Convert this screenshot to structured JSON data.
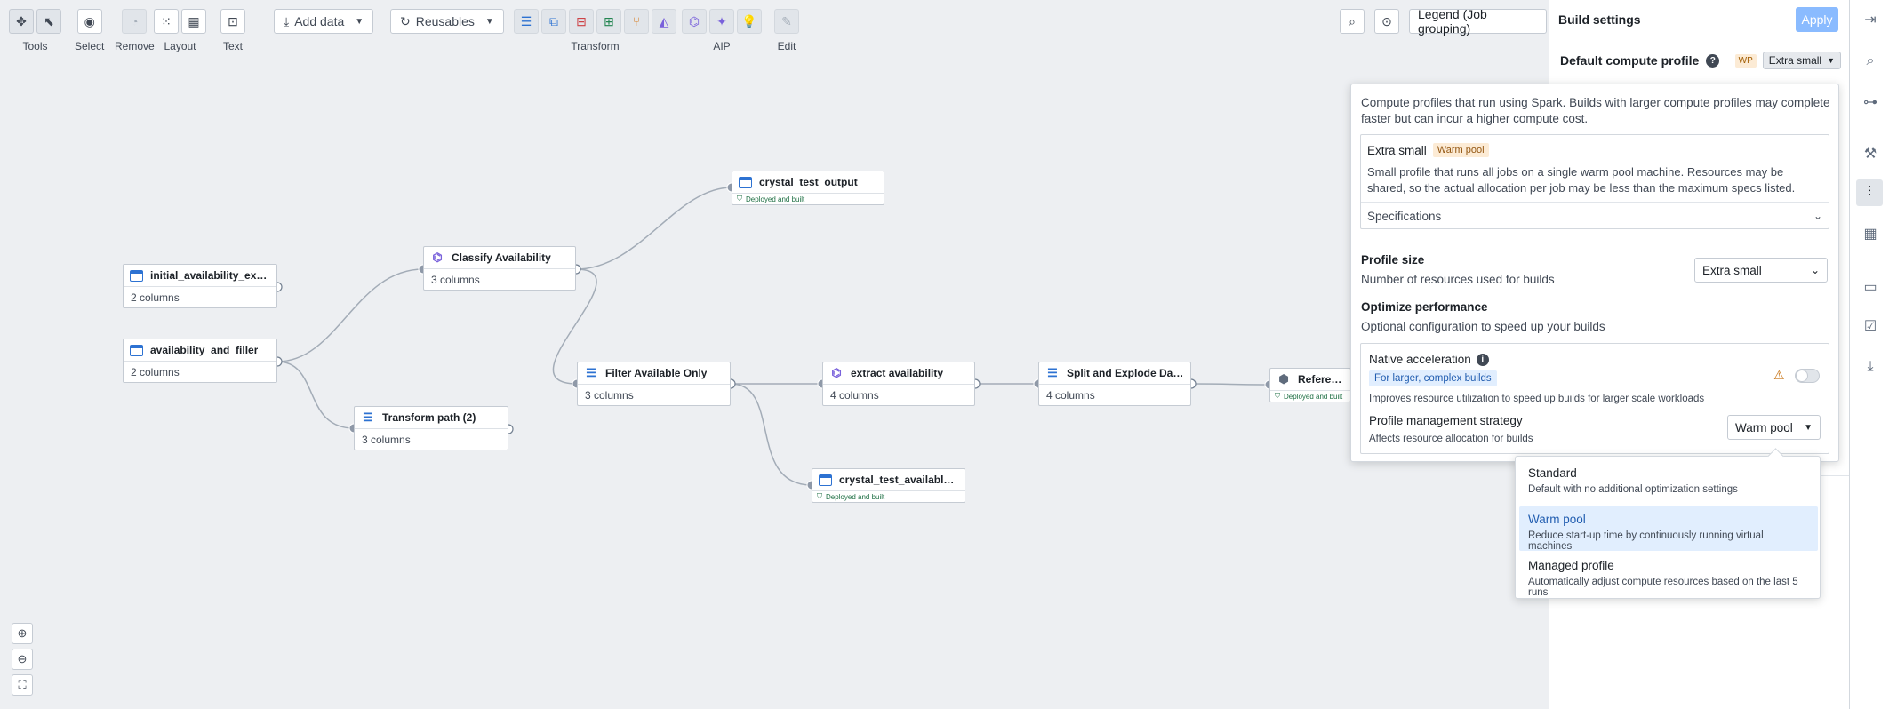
{
  "toolbar": {
    "groups": {
      "tools": "Tools",
      "select": "Select",
      "remove": "Remove",
      "layout": "Layout",
      "text": "Text",
      "transform": "Transform",
      "aip": "AIP",
      "edit": "Edit"
    },
    "add_data": "Add data",
    "reusables": "Reusables",
    "legend": "Legend (Job grouping)"
  },
  "nodes": {
    "initial": {
      "title": "initial_availability_expa...",
      "sub": "2 columns"
    },
    "avail_filler": {
      "title": "availability_and_filler",
      "sub": "2 columns"
    },
    "classify": {
      "title": "Classify Availability",
      "sub": "3 columns"
    },
    "crystal_output": {
      "title": "crystal_test_output",
      "sub": "Deployed and built"
    },
    "transform_path": {
      "title": "Transform path (2)",
      "sub": "3 columns"
    },
    "filter": {
      "title": "Filter Available Only",
      "sub": "3 columns"
    },
    "extract": {
      "title": "extract availability",
      "sub": "4 columns"
    },
    "split": {
      "title": "Split and Explode Dateti...",
      "sub": "4 columns"
    },
    "crystal_avail": {
      "title": "crystal_test_available_o...",
      "sub": "Deployed and built"
    },
    "referee": {
      "title": "Referee Avai",
      "sub": "Deployed and built"
    }
  },
  "panel": {
    "title": "Build settings",
    "apply": "Apply",
    "default_compute_label": "Default compute profile",
    "wp_tag": "WP",
    "profile_value": "Extra small"
  },
  "popover": {
    "description": "Compute profiles that run using Spark. Builds with larger compute profiles may complete faster but can incur a higher compute cost.",
    "card_title": "Extra small",
    "card_tag": "Warm pool",
    "card_desc": "Small profile that runs all jobs on a single warm pool machine. Resources may be shared, so the actual allocation per job may be less than the maximum specs listed.",
    "specifications": "Specifications",
    "profile_size_title": "Profile size",
    "profile_size_sub": "Number of resources used for builds",
    "profile_size_value": "Extra small",
    "optimize_title": "Optimize performance",
    "optimize_sub": "Optional configuration to speed up your builds",
    "native_title": "Native acceleration",
    "native_tag": "For larger, complex builds",
    "native_desc": "Improves resource utilization to speed up builds for larger scale workloads",
    "pm_title": "Profile management strategy",
    "pm_sub": "Affects resource allocation for builds",
    "pm_value": "Warm pool"
  },
  "menu": {
    "items": [
      {
        "label": "Standard",
        "desc": "Default with no additional optimization settings"
      },
      {
        "label": "Warm pool",
        "desc": "Reduce start-up time by continuously running virtual machines"
      },
      {
        "label": "Managed profile",
        "desc": "Automatically adjust compute resources based on the last 5 runs"
      }
    ]
  },
  "colors": {
    "accent": "#2d72d2",
    "selected_bg": "#e1eefe",
    "apply_disabled": "#8abbff",
    "warm_tag": "#fcebd5",
    "deployed": "#1c6e42"
  }
}
